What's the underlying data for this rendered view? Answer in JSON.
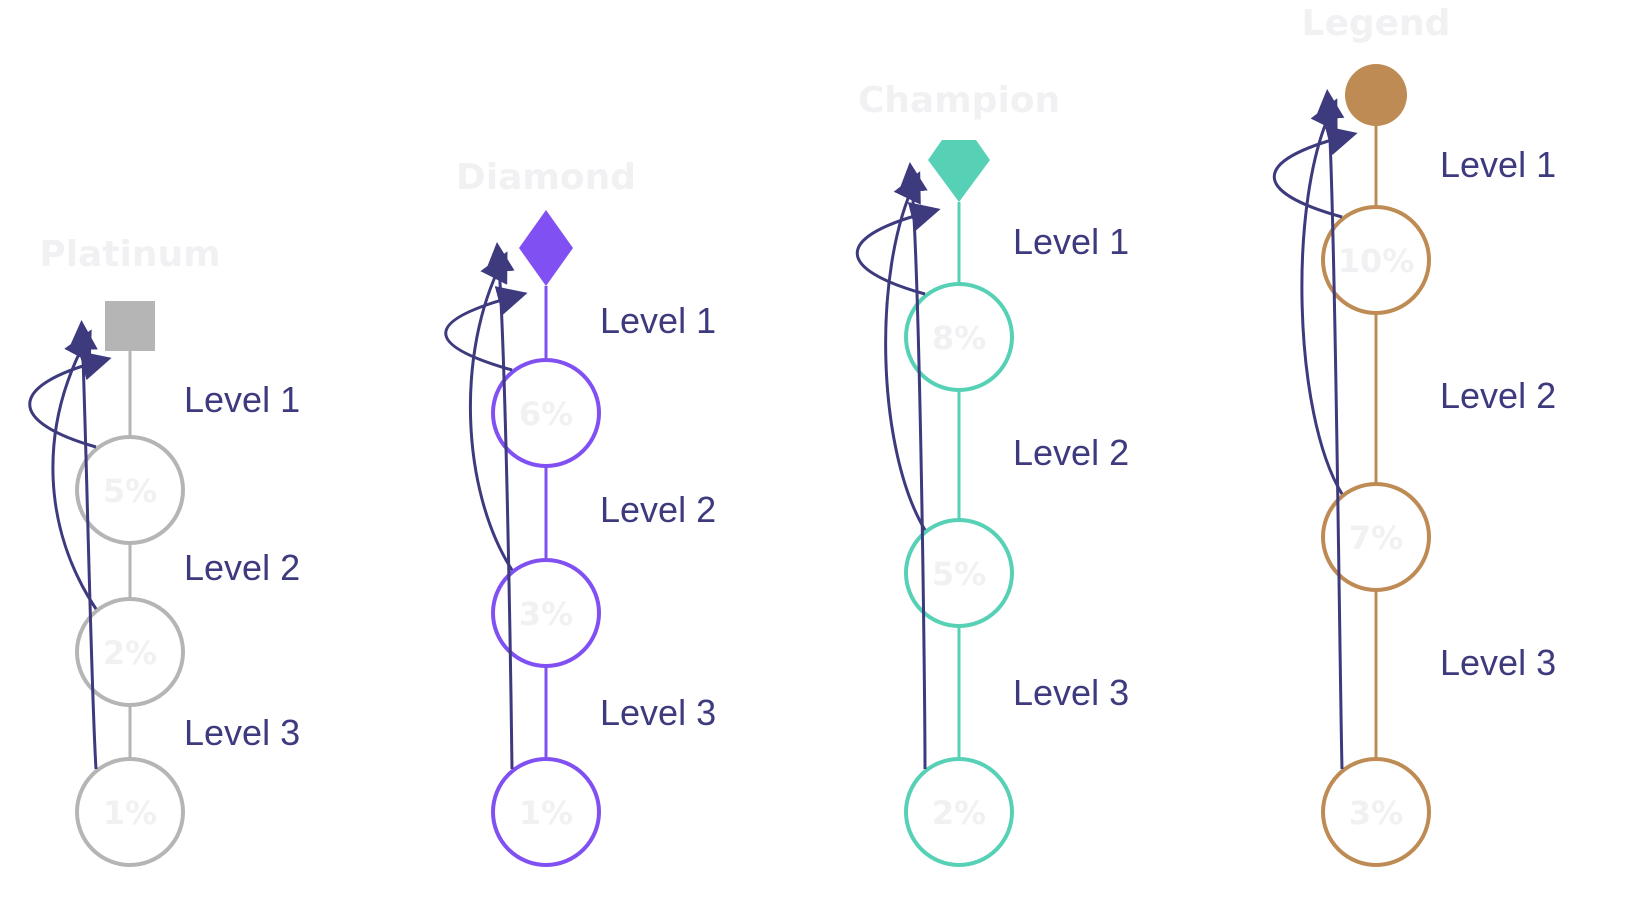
{
  "colors": {
    "arrow": "#3d3a7e",
    "level_text": "#3d3a7e",
    "title_text": "#f1f1f3",
    "pct_text": "#f1f1f3"
  },
  "tiers": [
    {
      "name": "Platinum",
      "color": "#b5b5b5",
      "icon": "square-icon",
      "nodes": [
        "5%",
        "2%",
        "1%"
      ],
      "levels": [
        "Level 1",
        "Level 2",
        "Level 3"
      ]
    },
    {
      "name": "Diamond",
      "color": "#8150f3",
      "icon": "diamond-icon",
      "nodes": [
        "6%",
        "3%",
        "1%"
      ],
      "levels": [
        "Level 1",
        "Level 2",
        "Level 3"
      ]
    },
    {
      "name": "Champion",
      "color": "#57d1b5",
      "icon": "gem-icon",
      "nodes": [
        "8%",
        "5%",
        "2%"
      ],
      "levels": [
        "Level 1",
        "Level 2",
        "Level 3"
      ]
    },
    {
      "name": "Legend",
      "color": "#bf8b55",
      "icon": "circle-icon",
      "nodes": [
        "10%",
        "7%",
        "3%"
      ],
      "levels": [
        "Level 1",
        "Level 2",
        "Level 3"
      ]
    }
  ]
}
